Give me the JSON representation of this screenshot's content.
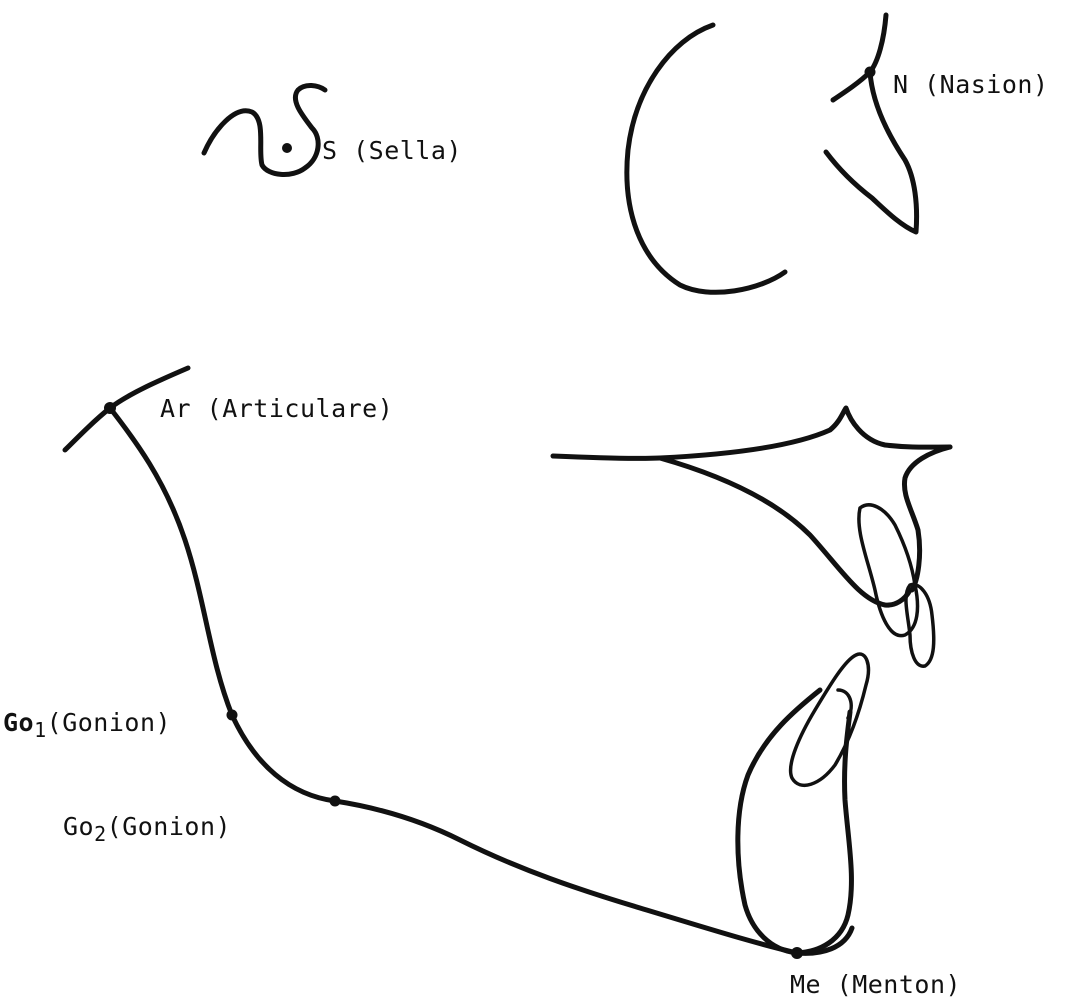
{
  "landmarks": {
    "sella": "S (Sella)",
    "nasion": "N (Nasion)",
    "articulare": "Ar (Articulare)",
    "gonion1": {
      "prefix": "Go",
      "sub": "1",
      "suffix": "(Gonion)"
    },
    "gonion2": {
      "prefix": "Go",
      "sub": "2",
      "suffix": "(Gonion)"
    },
    "menton": "Me (Menton)"
  },
  "colors": {
    "ink": "#111111",
    "paper": "#ffffff"
  }
}
